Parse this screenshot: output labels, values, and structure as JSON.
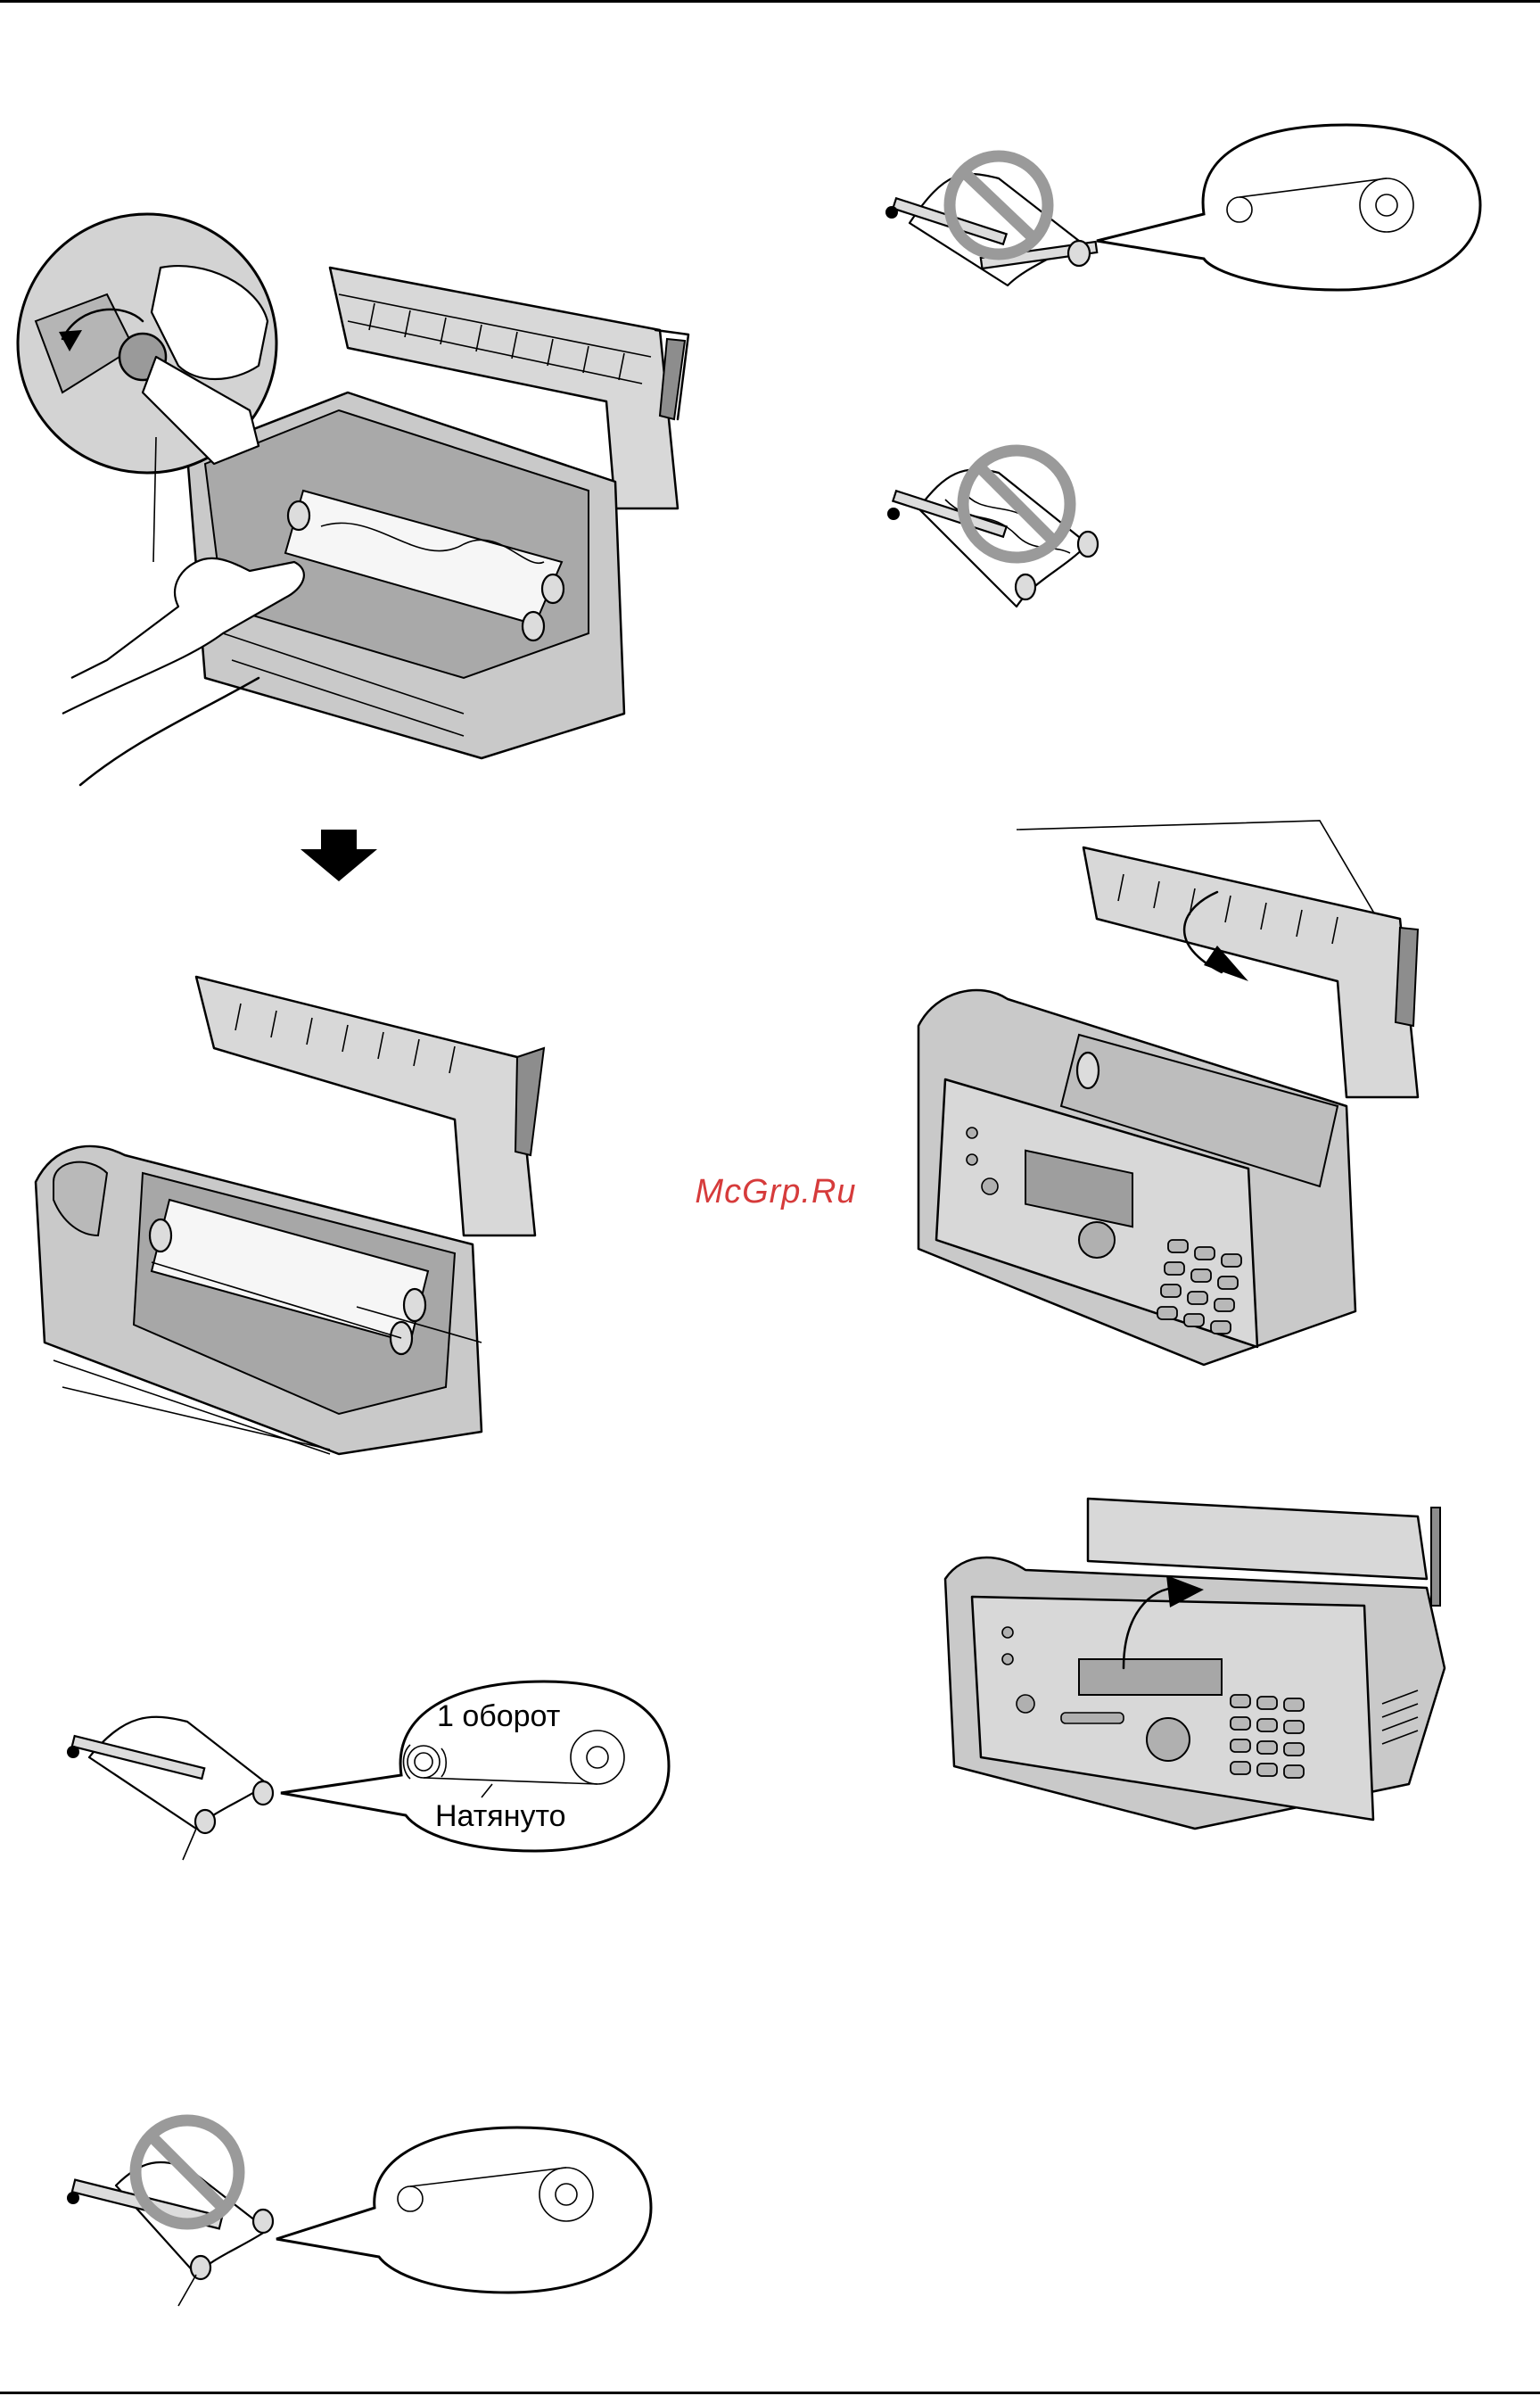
{
  "watermark": {
    "text": "McGrp.Ru",
    "color": "#d63b3b"
  },
  "callouts": {
    "one_turn": "1 оборот",
    "taut": "Натянуто"
  },
  "icons": {
    "step_arrow": "down-arrow-icon",
    "prohibited": "prohibited-icon"
  }
}
